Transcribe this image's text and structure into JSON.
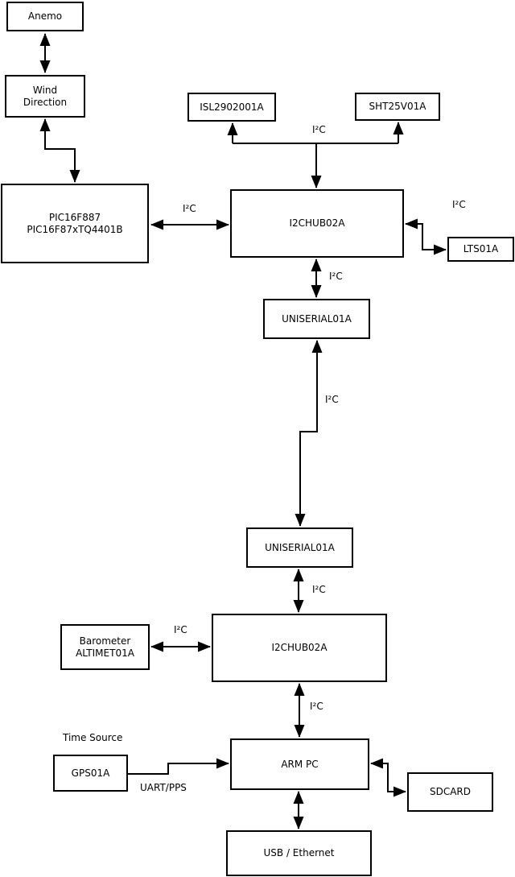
{
  "diagram": {
    "background_color": "#ffffff",
    "line_color": "#000000",
    "nodes": {
      "anemo": "Anemo",
      "wind_direction": "Wind\nDirection",
      "pic": "PIC16F887\nPIC16F87xTQ4401B",
      "isl": "ISL2902001A",
      "sht": "SHT25V01A",
      "i2chub1": "I2CHUB02A",
      "lts": "LTS01A",
      "uniserial1": "UNISERIAL01A",
      "uniserial2": "UNISERIAL01A",
      "i2chub2": "I2CHUB02A",
      "barometer": "Barometer\nALTIMET01A",
      "gps": "GPS01A",
      "armpc": "ARM PC",
      "sdcard": "SDCARD",
      "usb_ethernet": "USB / Ethernet"
    },
    "labels": {
      "i2c_sensors": "I²C",
      "i2c_pic_hub1": "I²C",
      "i2c_hub1_lts": "I²C",
      "i2c_hub1_uniserial1": "I²C",
      "i2c_uniserial_link": "I²C",
      "i2c_uniserial2_hub2": "I²C",
      "i2c_barometer_hub2": "I²C",
      "i2c_hub2_armpc": "I²C",
      "time_source": "Time Source",
      "uart_pps": "UART/PPS"
    }
  }
}
